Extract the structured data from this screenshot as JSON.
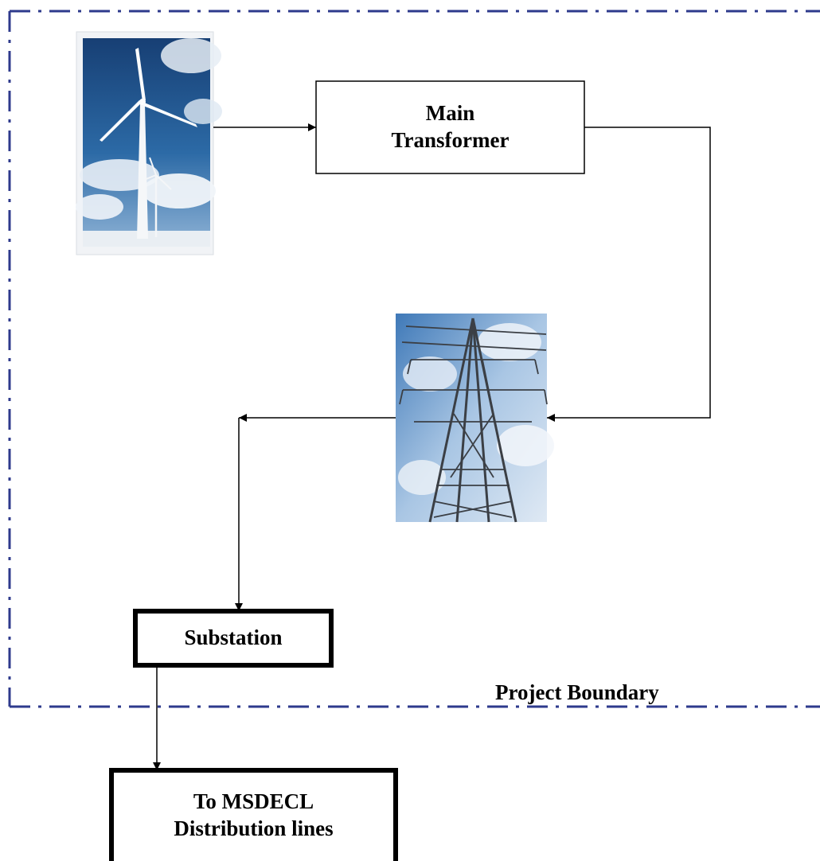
{
  "nodes": {
    "main_transformer": "Main\nTransformer",
    "substation": "Substation",
    "distribution": "To MSDECL\nDistribution lines"
  },
  "boundary_label": "Project Boundary",
  "colors": {
    "boundary_dash": "#2e3a8c",
    "line": "#000000",
    "sky_top": "#1f4f86",
    "sky_light": "#c7d9ec"
  },
  "icons": {
    "wind_turbine": "wind-turbine-photo",
    "transmission_tower": "transmission-tower-photo"
  }
}
